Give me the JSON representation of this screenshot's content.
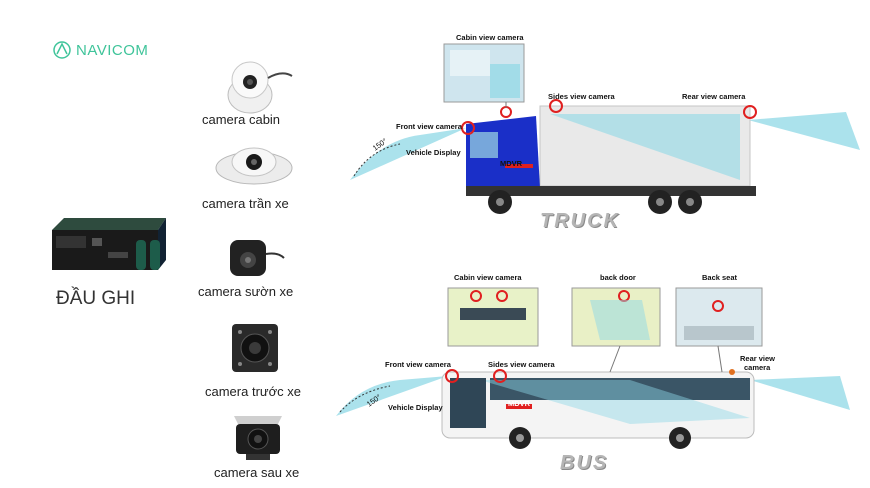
{
  "logo": {
    "text": "NAVICOM"
  },
  "device": {
    "label": "ĐẦU GHI"
  },
  "cameras": [
    {
      "label": "camera cabin"
    },
    {
      "label": "camera trần xe"
    },
    {
      "label": "camera sườn xe"
    },
    {
      "label": "camera trước xe"
    },
    {
      "label": "camera sau xe"
    }
  ],
  "truck": {
    "brand": "TRUCK",
    "labels": {
      "cabin": "Cabin view camera",
      "front": "Front view camera",
      "sides": "Sides view camera",
      "rear": "Rear view camera",
      "display": "Vehicle Display",
      "mdvr": "MDVR",
      "angle": "150°"
    }
  },
  "bus": {
    "brand": "BUS",
    "labels": {
      "cabin": "Cabin view camera",
      "back_door": "back door",
      "back_seat": "Back seat",
      "front": "Front view camera",
      "sides": "Sides view camera",
      "rear_line1": "Rear view",
      "rear_line2": "camera",
      "display": "Vehicle Display",
      "mdvr": "MDVR",
      "angle": "150°"
    }
  },
  "colors": {
    "brand": "#3fc49a",
    "truck_cab": "#1a2fc8",
    "view_cone": "#8fd8e6",
    "camera_marker": "#e02020"
  }
}
